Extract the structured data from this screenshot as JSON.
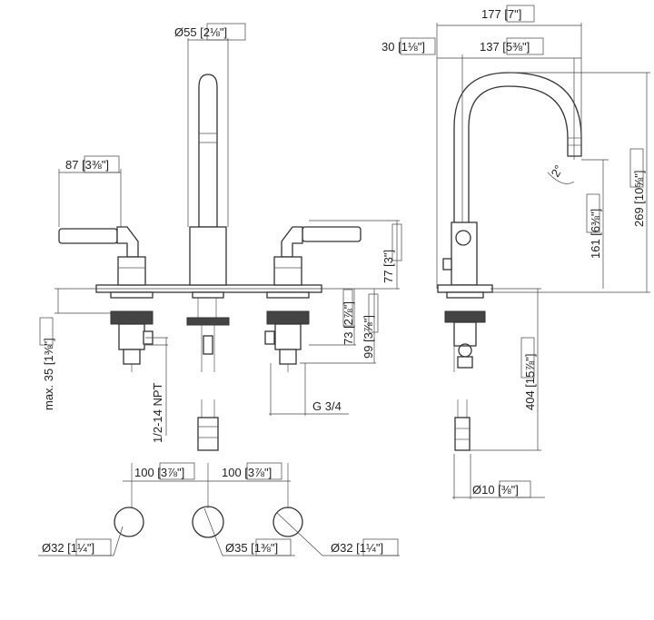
{
  "labels": {
    "spout_dia": "Ø55 [2⅛\"]",
    "handle_reach": "87 [3⅜\"]",
    "deck_height": "77 [3\"]",
    "valve_height_a": "73 [2⅞\"]",
    "valve_height_b": "99 [3⅞\"]",
    "max_deck": "max. 35 [1⅜\"]",
    "npt": "1/2-14 NPT",
    "g_thread": "G 3/4",
    "spacing_left": "100 [3⅞\"]",
    "spacing_right": "100 [3⅞\"]",
    "hole_left": "Ø32 [1¼\"]",
    "hole_center": "Ø35 [1⅜\"]",
    "hole_right": "Ø32 [1¼\"]",
    "spout_reach": "177 [7\"]",
    "spout_offset": "30 [1⅛\"]",
    "spout_arc": "137 [5⅜\"]",
    "spout_height": "269 [10⅝\"]",
    "aerator_height": "161 [6⅜\"]",
    "shank_length": "404 [15⅞\"]",
    "shank_dia": "Ø10 [⅜\"]",
    "angle": "2°"
  }
}
